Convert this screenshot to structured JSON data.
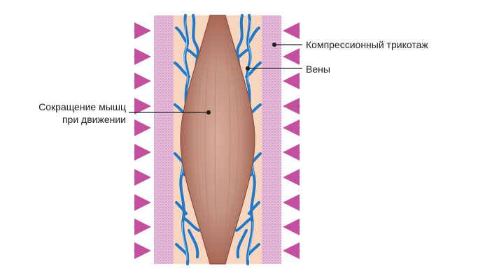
{
  "labels": {
    "compression": "Компрессионный трикотаж",
    "veins": "Вены",
    "muscle_line1": "Сокращение мышц",
    "muscle_line2": "при движении"
  },
  "icons": {
    "pressure_arrow": "arrow-icon"
  },
  "colors": {
    "knit": "#e8c0dd",
    "knit_dot": "#c986bd",
    "tissue": "#f6d6be",
    "vein": "#1f78c8",
    "vein_light": "#8cc4ef",
    "muscle_edge": "#a5654e",
    "muscle_center": "#cfa08e",
    "arrow": "#c2509f",
    "leader_line": "#222222"
  }
}
